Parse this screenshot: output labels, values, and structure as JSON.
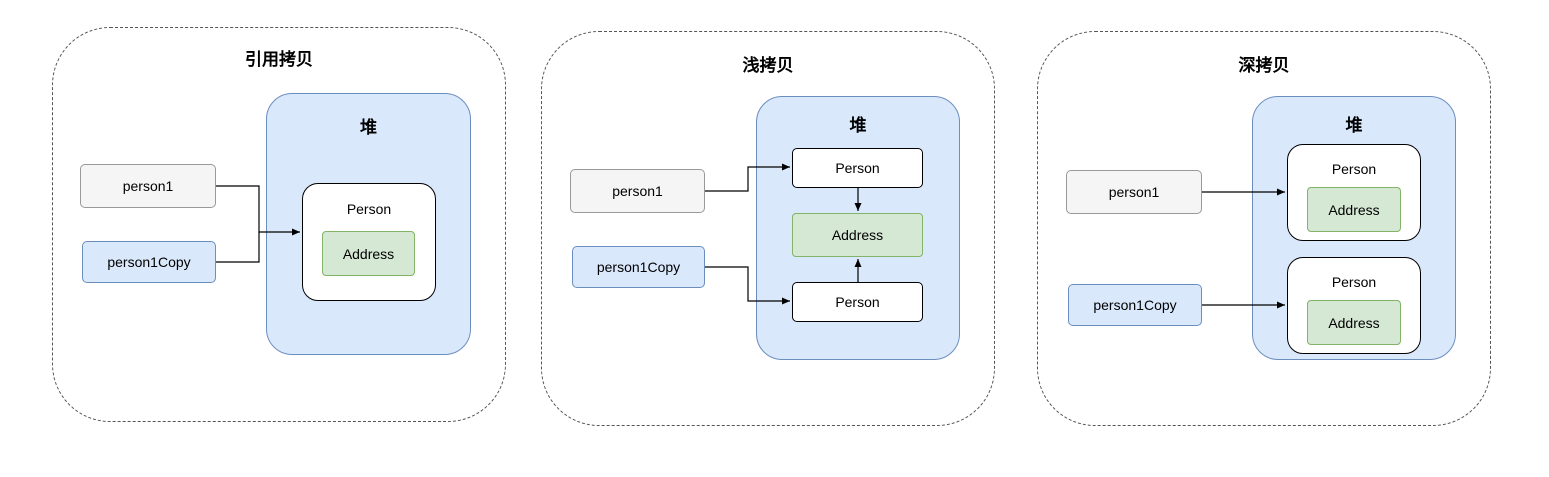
{
  "panels": [
    {
      "title": "引用拷贝",
      "heap_label": "堆",
      "var_a": "person1",
      "var_b": "person1Copy",
      "person_label": "Person",
      "address_label": "Address"
    },
    {
      "title": "浅拷贝",
      "heap_label": "堆",
      "var_a": "person1",
      "var_b": "person1Copy",
      "person_top_label": "Person",
      "address_label": "Address",
      "person_bottom_label": "Person"
    },
    {
      "title": "深拷贝",
      "heap_label": "堆",
      "var_a": "person1",
      "var_b": "person1Copy",
      "person_top_label": "Person",
      "address_top_label": "Address",
      "person_bottom_label": "Person",
      "address_bottom_label": "Address"
    }
  ],
  "colors": {
    "heap_fill": "#dae8fc",
    "heap_stroke": "#6c8ebf",
    "variable_fill": "#f5f5f5",
    "copy_variable_fill": "#dae8fc",
    "address_fill": "#d5e8d4",
    "address_stroke": "#82b366"
  }
}
